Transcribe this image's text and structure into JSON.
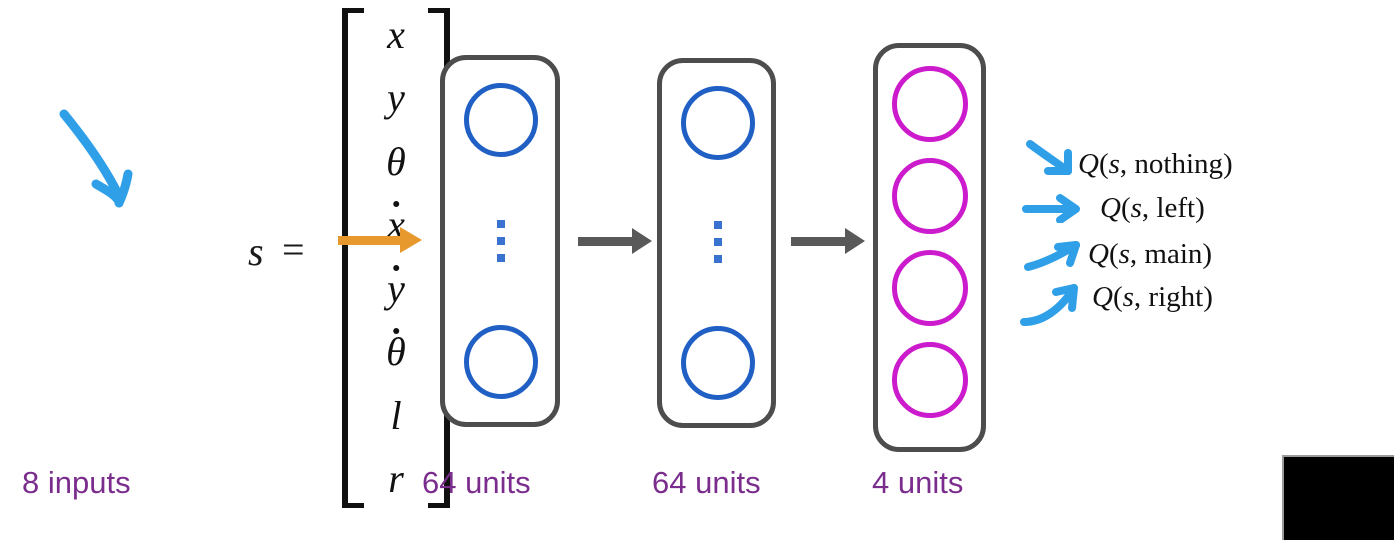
{
  "state": {
    "symbol": "s",
    "equals": "=",
    "vector": [
      "x",
      "y",
      "θ",
      "x",
      "y",
      "θ",
      "l",
      "r"
    ],
    "vector_dotted": [
      false,
      false,
      false,
      true,
      true,
      true,
      false,
      false
    ],
    "vector_readable": [
      "x",
      "y",
      "theta",
      "x-dot",
      "y-dot",
      "theta-dot",
      "l",
      "r"
    ]
  },
  "captions": {
    "inputs": "8 inputs",
    "layer1": "64 units",
    "layer2": "64 units",
    "layer3": "4 units"
  },
  "layers": [
    {
      "name": "hidden-layer-1",
      "units_label": "64 units",
      "node_color": "#2060c4",
      "visible_nodes": 2,
      "has_ellipsis": true
    },
    {
      "name": "hidden-layer-2",
      "units_label": "64 units",
      "node_color": "#2060c4",
      "visible_nodes": 2,
      "has_ellipsis": true
    },
    {
      "name": "output-layer",
      "units_label": "4 units",
      "node_color": "#cc1bcc",
      "visible_nodes": 4,
      "has_ellipsis": false
    }
  ],
  "outputs": [
    {
      "q": "Q",
      "open": "(",
      "state": "s",
      "comma": ", ",
      "action": "nothing",
      "close": ")"
    },
    {
      "q": "Q",
      "open": "(",
      "state": "s",
      "comma": ", ",
      "action": "left",
      "close": ")"
    },
    {
      "q": "Q",
      "open": "(",
      "state": "s",
      "comma": ", ",
      "action": "main",
      "close": ")"
    },
    {
      "q": "Q",
      "open": "(",
      "state": "s",
      "comma": ", ",
      "action": "right",
      "close": ")"
    }
  ],
  "colors": {
    "input_arrow": "#e8992e",
    "layer_arrow": "#595959",
    "annotation_blue": "#2f9fe8",
    "hidden_node": "#2060c4",
    "output_node": "#cc1bcc",
    "caption_purple": "#7B2D8E",
    "box_border": "#4d4d4d",
    "text_black": "#111111"
  }
}
